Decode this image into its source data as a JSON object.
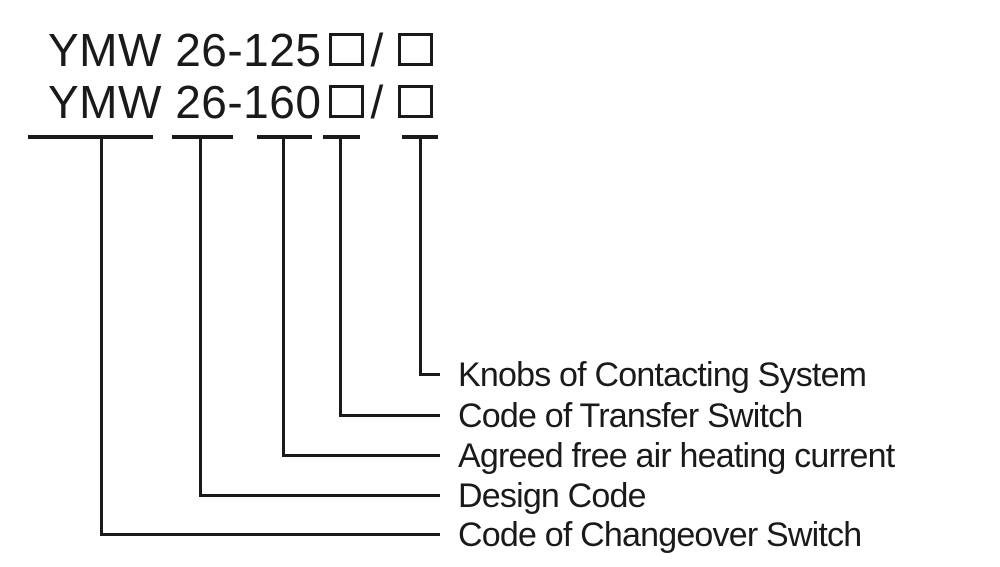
{
  "diagram": {
    "title_meaning": "Model designation explanation",
    "model_lines": [
      {
        "code": "YMW 26-125"
      },
      {
        "code": "YMW 26-160"
      }
    ],
    "separator": "/",
    "placeholder_symbol": "□",
    "labels": [
      {
        "id": "knobs",
        "text": "Knobs of Contacting System"
      },
      {
        "id": "transfer",
        "text": "Code of Transfer Switch"
      },
      {
        "id": "heating",
        "text": "Agreed free air heating current"
      },
      {
        "id": "design",
        "text": "Design Code"
      },
      {
        "id": "changeover",
        "text": "Code of Changeover Switch"
      }
    ],
    "colors": {
      "ink": "#1a1a1a",
      "background": "#ffffff"
    }
  }
}
